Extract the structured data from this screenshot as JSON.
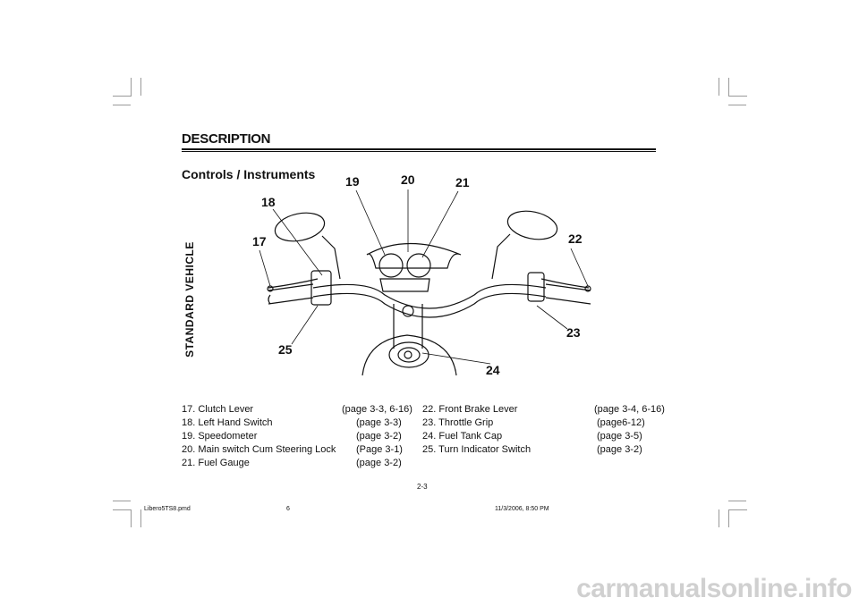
{
  "header": {
    "title": "DESCRIPTION",
    "subtitle": "Controls / Instruments",
    "side_label": "STANDARD VEHICLE"
  },
  "callouts": [
    "17",
    "18",
    "19",
    "20",
    "21",
    "22",
    "23",
    "24",
    "25"
  ],
  "items_left": [
    {
      "label": "17. Clutch Lever",
      "ref": "(page 3-3, 6-16)"
    },
    {
      "label": "18. Left Hand Switch",
      "ref": "(page  3-3)"
    },
    {
      "label": "19. Speedometer",
      "ref": "(page  3-2)"
    },
    {
      "label": "20. Main switch Cum Steering Lock",
      "ref": "(Page  3-1)"
    },
    {
      "label": "21. Fuel  Gauge",
      "ref": "(page  3-2)"
    }
  ],
  "items_right": [
    {
      "label": "22. Front Brake Lever",
      "ref": "(page 3-4, 6-16)"
    },
    {
      "label": "23. Throttle Grip",
      "ref": "(page6-12)"
    },
    {
      "label": "24. Fuel Tank Cap",
      "ref": "(page  3-5)"
    },
    {
      "label": "25. Turn Indicator Switch",
      "ref": "(page  3-2)"
    }
  ],
  "page_number": "2-3",
  "footer": {
    "file": "Libero5TS8.pmd",
    "sheet": "6",
    "datetime": "11/3/2006, 8:50 PM"
  },
  "watermark": "carmanualsonline.info"
}
